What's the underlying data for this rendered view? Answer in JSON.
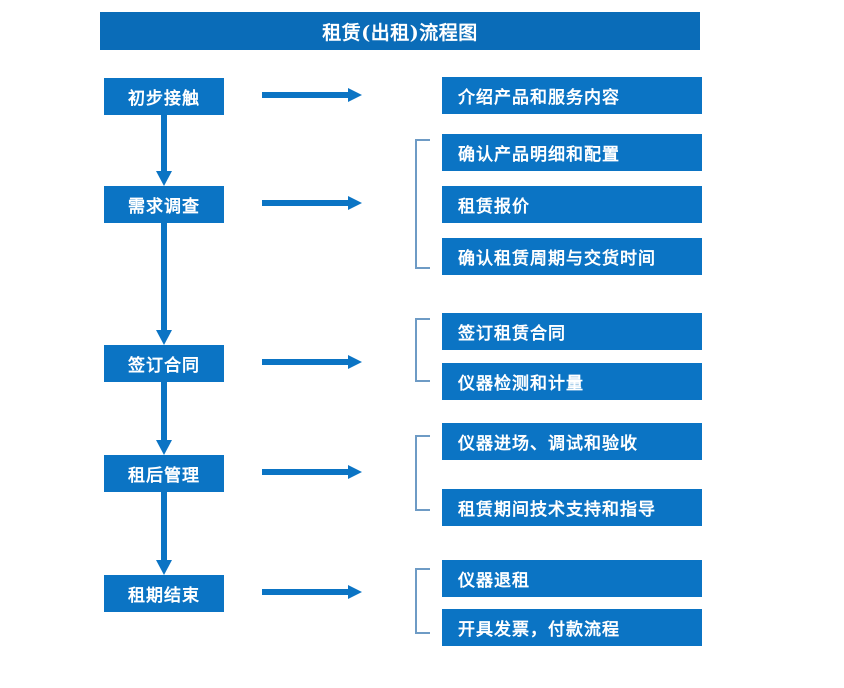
{
  "chart_data": {
    "type": "diagram",
    "title": "租赁(出租)流程图",
    "diagram_kind": "flowchart",
    "orientation": "vertical-with-right-detail-branches",
    "accent_color": "#0B74C4",
    "title_bar_color": "#0A6CB8",
    "bracket_color": "#6E9BC5",
    "stages": [
      {
        "id": "stage-1",
        "label": "初步接触",
        "details": [
          "介绍产品和服务内容"
        ]
      },
      {
        "id": "stage-2",
        "label": "需求调查",
        "details": [
          "确认产品明细和配置",
          "租赁报价",
          "确认租赁周期与交货时间"
        ]
      },
      {
        "id": "stage-3",
        "label": "签订合同",
        "details": [
          "签订租赁合同",
          "仪器检测和计量"
        ]
      },
      {
        "id": "stage-4",
        "label": "租后管理",
        "details": [
          "仪器进场、调试和验收",
          "租赁期间技术支持和指导"
        ]
      },
      {
        "id": "stage-5",
        "label": "租期结束",
        "details": [
          "仪器退租",
          "开具发票，付款流程"
        ]
      }
    ]
  },
  "diagram": {
    "title": "租赁(出租)流程图",
    "stages": [
      {
        "label": "初步接触"
      },
      {
        "label": "需求调查"
      },
      {
        "label": "签订合同"
      },
      {
        "label": "租后管理"
      },
      {
        "label": "租期结束"
      }
    ],
    "details": [
      {
        "label": "介绍产品和服务内容"
      },
      {
        "label": "确认产品明细和配置"
      },
      {
        "label": "租赁报价"
      },
      {
        "label": "确认租赁周期与交货时间"
      },
      {
        "label": "签订租赁合同"
      },
      {
        "label": "仪器检测和计量"
      },
      {
        "label": "仪器进场、调试和验收"
      },
      {
        "label": "租赁期间技术支持和指导"
      },
      {
        "label": "仪器退租"
      },
      {
        "label": "开具发票，付款流程"
      }
    ]
  }
}
